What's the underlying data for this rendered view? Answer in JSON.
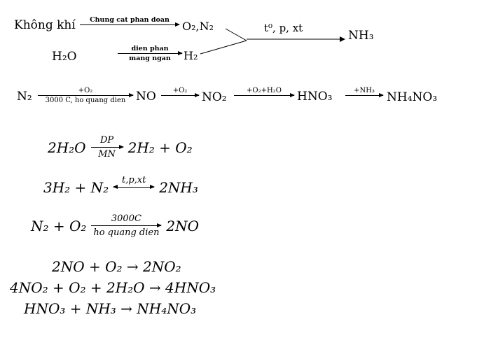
{
  "page": {
    "background": "#ffffff",
    "ink": "#000000"
  },
  "flowchart": {
    "air": "Không khí",
    "distill_label": "Chung cat phan doan",
    "o2n2": "O₂,N₂",
    "h2o": "H₂O",
    "electrolysis_top": "dien phan",
    "electrolysis_bottom": "mang ngan",
    "h2": "H₂",
    "conditions": "t⁰, p, xt",
    "nh3": "NH₃"
  },
  "chain": {
    "n2": "N₂",
    "arrow1_top": "+O₂",
    "arrow1_bottom": "3000 C, ho quang dien",
    "no": "NO",
    "arrow2_top": "+O₂",
    "no2": "NO₂",
    "arrow3_top": "+O₂+H₂O",
    "hno3": "HNO₃",
    "arrow4_top": "+NH₃",
    "nh4no3": "NH₄NO₃"
  },
  "equations": [
    {
      "left": "2H₂O",
      "arrow_top": "DP",
      "arrow_bottom": "MN",
      "right": "2H₂ + O₂"
    },
    {
      "left": "3H₂ + N₂",
      "arrow_top": "t,p,xt",
      "arrow_bottom": "",
      "right": "2NH₃"
    },
    {
      "left": "N₂ + O₂",
      "arrow_top": "3000C",
      "arrow_bottom": "ho quang dien",
      "right": "2NO"
    },
    {
      "text": "2NO + O₂ → 2NO₂"
    },
    {
      "text": "4NO₂ + O₂ + 2H₂O → 4HNO₃"
    },
    {
      "text": "HNO₃ + NH₃ → NH₄NO₃"
    }
  ]
}
